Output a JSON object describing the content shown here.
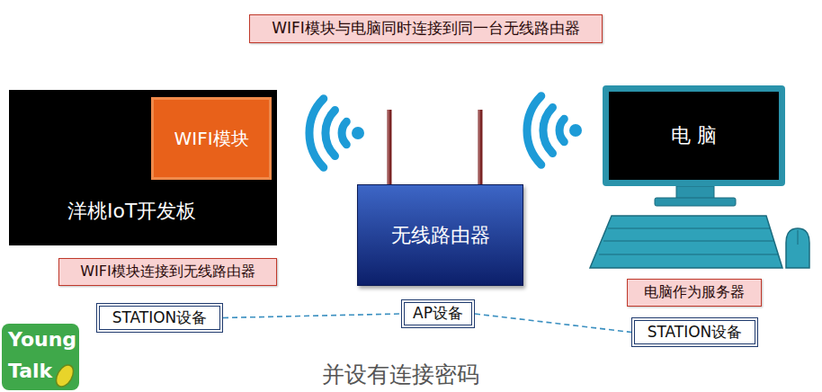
{
  "diagram": {
    "title": "WIFI模块与电脑同时连接到同一台无线路由器",
    "caption": "并设有连接密码",
    "nodes": [
      {
        "text": [
          "洋桃IoT开发板"
        ]
      },
      {
        "text": [
          "WIFI模块"
        ],
        "in": 0
      },
      {
        "text": [
          "无线路由器"
        ]
      },
      {
        "text": [
          "电 脑"
        ]
      },
      {
        "text": [
          "WIFI模块连接到无线路由器"
        ]
      },
      {
        "text": [
          "电脑作为服务器"
        ]
      },
      {
        "text": [
          "STATION设备"
        ]
      },
      {
        "text": [
          "AP设备"
        ]
      },
      {
        "text": [
          "STATION设备"
        ]
      }
    ],
    "edges": [
      {
        "from": 6,
        "to": 7,
        "arrow": "none"
      },
      {
        "from": 7,
        "to": 8,
        "arrow": "none"
      }
    ],
    "labels": [
      "Young",
      "Talk"
    ]
  }
}
